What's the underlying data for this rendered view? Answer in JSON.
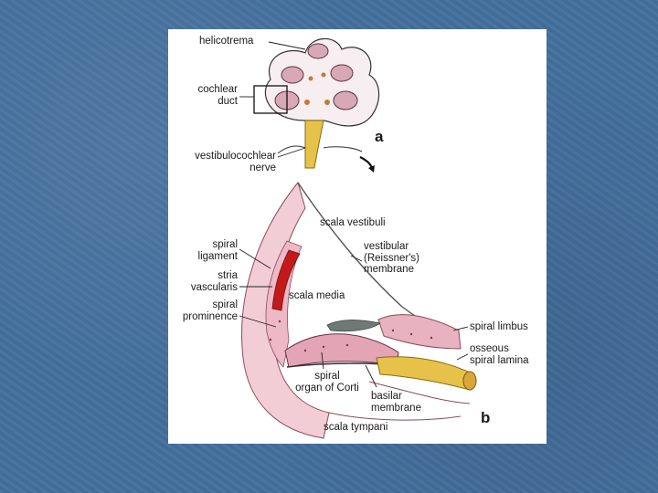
{
  "labels": {
    "helicotrema": "helicotrema",
    "cochlear_duct": [
      "cochlear",
      "duct"
    ],
    "nerve": [
      "vestibulocochlear",
      "nerve"
    ],
    "panel_a": "a",
    "panel_b": "b",
    "scala_vestibuli": "scala vestibuli",
    "spiral_ligament": [
      "spiral",
      "ligament"
    ],
    "stria_vascularis": [
      "stria",
      "vascularis"
    ],
    "spiral_prominence": [
      "spiral",
      "prominence"
    ],
    "vestibular_membrane": [
      "vestibular",
      "(Reissner's)",
      "membrane"
    ],
    "scala_media": "scala media",
    "spiral_limbus": "spiral limbus",
    "osseous_spiral_lamina": [
      "osseous",
      "spiral lamina"
    ],
    "organ_of_corti": [
      "spiral",
      "organ of Corti"
    ],
    "basilar_membrane": [
      "basilar",
      "membrane"
    ],
    "scala_tympani": "scala tympani"
  },
  "colors": {
    "background": "#44709e",
    "tissue_pink": "#f2cdd6",
    "stria_red": "#c21a1a",
    "nerve_yellow": "#e6c24a",
    "membrane_gray": "#6f7a76"
  }
}
